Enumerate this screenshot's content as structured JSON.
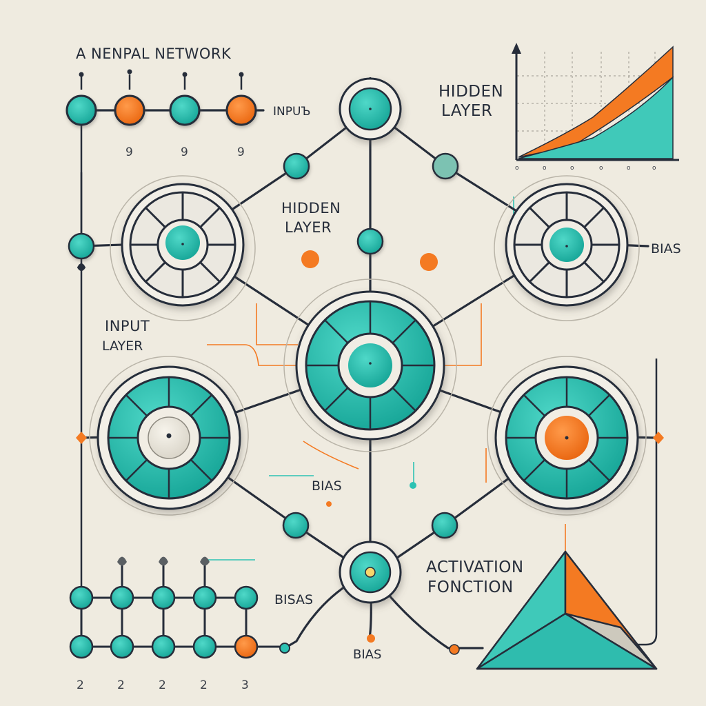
{
  "labels": {
    "title": "A  NENPAL NETWORK",
    "input_top": "INPUЪ",
    "hidden_top_line1": "HIDDEN",
    "hidden_top_line2": "LAYER",
    "hidden_mid_line1": "HIDDEN",
    "hidden_mid_line2": "LAYER",
    "input_layer_line1": "INPUT",
    "input_layer_line2": "LAYER",
    "bias_right": "BIAS",
    "bias_center": "BIAS",
    "bias_left": "BISAS",
    "bias_bottom": "BIAS",
    "activation_line1": "ACTIVATION",
    "activation_line2": "FONCTION"
  },
  "top_row_digits": [
    "9",
    "9",
    "9"
  ],
  "bottom_row_digits": [
    "2",
    "2",
    "2",
    "2",
    "3"
  ],
  "chart_ticks": [
    "o",
    "o",
    "o",
    "o",
    "o",
    "o"
  ],
  "colors": {
    "background": "#efebe0",
    "teal": "#2cc2b3",
    "orange": "#f47a22",
    "ink": "#262d3a",
    "ring": "#efeadf"
  }
}
